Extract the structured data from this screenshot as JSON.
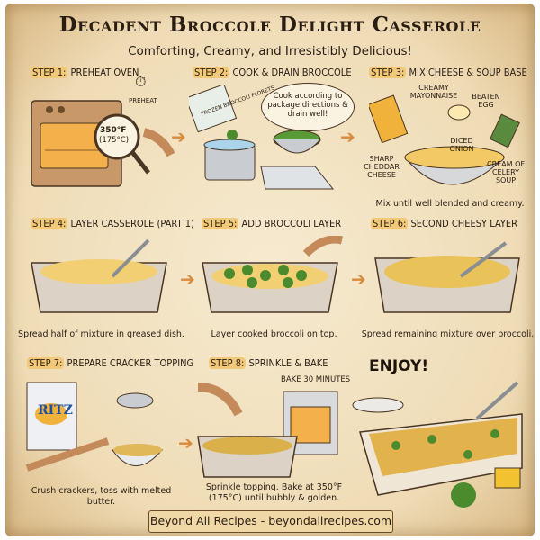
{
  "title": "Decadent Broccole Delight Casserole",
  "subtitle": "Comforting, Creamy, and Irresistibly Delicious!",
  "steps": [
    {
      "num": "STEP 1:",
      "label": "PREHEAT OVEN",
      "notes": {
        "timer": "PREHEAT",
        "temp_f": "350°F",
        "temp_c": "(175°C)"
      }
    },
    {
      "num": "STEP 2:",
      "label": "COOK & DRAIN BROCCOLE",
      "notes": {
        "bag": "FROZEN BROCCOLI FLORETS",
        "bubble": "Cook according to package directions & drain well!"
      }
    },
    {
      "num": "STEP 3:",
      "label": "MIX CHEESE & SOUP BASE",
      "notes": {
        "mayo": "CREAMY MAYONNAISE",
        "egg": "BEATEN EGG",
        "cheese": "SHARP CHEDDAR CHEESE",
        "onion": "DICED ONION",
        "soup": "CREAM OF CELERY SOUP"
      },
      "caption": "Mix until well blended and creamy."
    },
    {
      "num": "STEP 4:",
      "label": "LAYER CASSEROLE (PART 1)",
      "caption": "Spread half of mixture in greased dish."
    },
    {
      "num": "STEP 5:",
      "label": "ADD BROCCOLI LAYER",
      "caption": "Layer cooked broccoli on top."
    },
    {
      "num": "STEP 6:",
      "label": "SECOND CHEESY LAYER",
      "caption": "Spread remaining mixture over broccoli."
    },
    {
      "num": "STEP 7:",
      "label": "PREPARE CRACKER TOPPING",
      "notes": {
        "brand": "RITZ"
      },
      "caption": "Crush crackers, toss with melted butter."
    },
    {
      "num": "STEP 8:",
      "label": "SPRINKLE & BAKE",
      "notes": {
        "bake": "BAKE 30 MINUTES"
      },
      "caption": "Sprinkle topping. Bake at 350°F (175°C) until bubbly & golden."
    }
  ],
  "enjoy": "ENJOY!",
  "footer": "Beyond All Recipes - beyondallrecipes.com",
  "colors": {
    "parchment": "#efdcb6",
    "step_highlight": "#f1c978",
    "arrow": "#d98a3c",
    "ink": "#2a1d12"
  }
}
